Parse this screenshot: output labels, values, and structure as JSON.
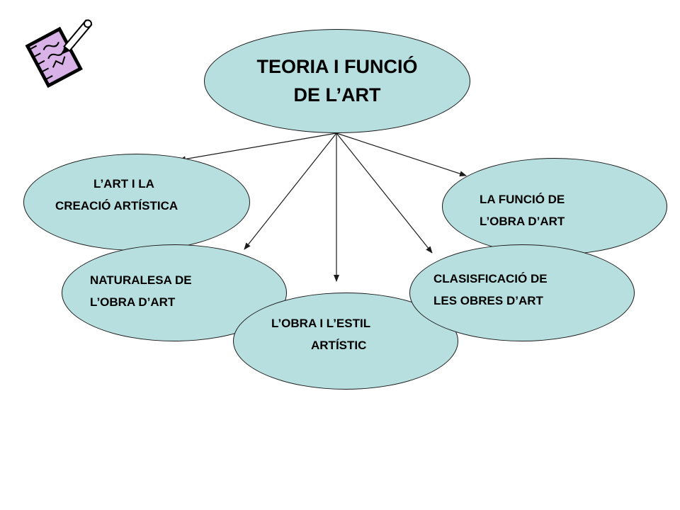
{
  "colors": {
    "node_fill": "#b8dfe0",
    "node_stroke": "#1a1a1a",
    "connector": "#1a1a1a"
  },
  "clipart": {
    "icon": "notepad-with-pencil-icon"
  },
  "diagram": {
    "center": {
      "line1": "TEORIA I FUNCIÓ",
      "line2": "DE L’ART"
    },
    "topics": {
      "art_creation": {
        "line1": "L’ART I LA",
        "line2": "CREACIÓ ARTÍSTICA"
      },
      "nature": {
        "line1": "NATURALESA DE",
        "line2": "L’OBRA D’ART"
      },
      "work_style": {
        "line1": "L’OBRA I L’ESTIL",
        "line2": "ARTÍSTIC"
      },
      "classification": {
        "line1": "CLASISFICACIÓ DE",
        "line2": "LES OBRES D’ART"
      },
      "function": {
        "line1": "LA FUNCIÓ DE",
        "line2": "L’OBRA D’ART"
      }
    }
  }
}
